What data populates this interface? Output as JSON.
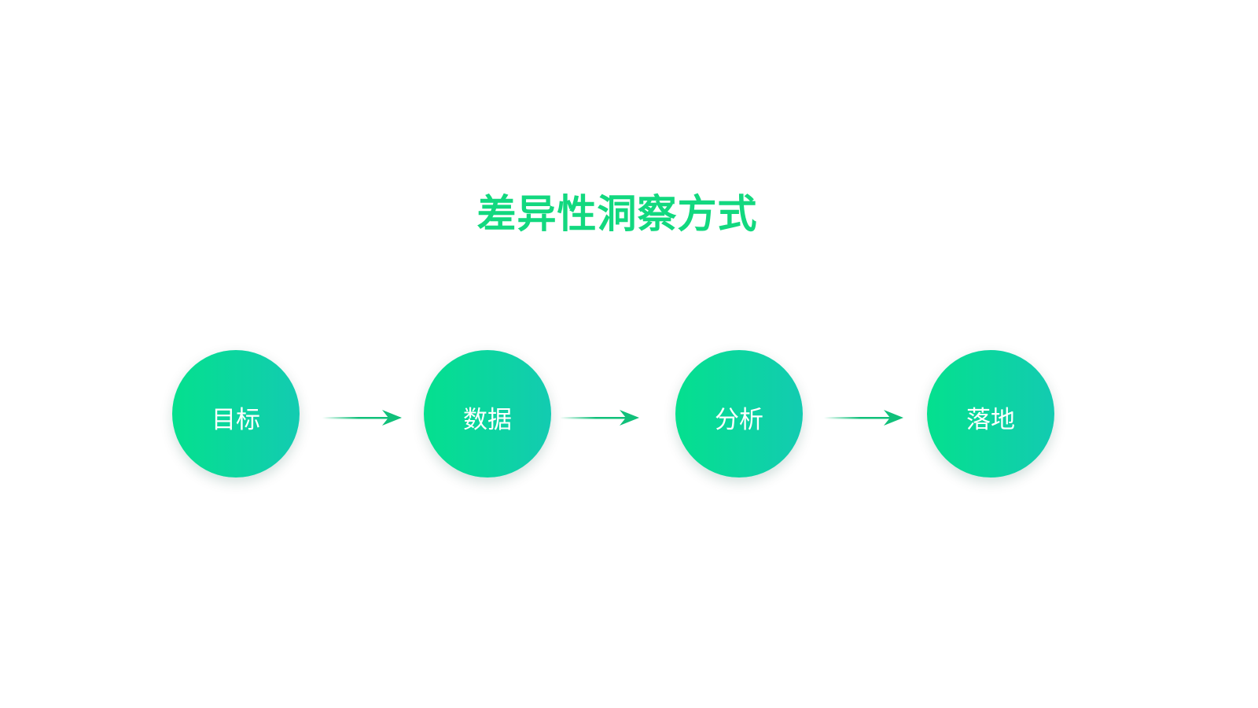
{
  "title": "差异性洞察方式",
  "steps": [
    {
      "label": "目标"
    },
    {
      "label": "数据"
    },
    {
      "label": "分析"
    },
    {
      "label": "落地"
    }
  ],
  "colors": {
    "title": "#12d87f",
    "gradient_start": "#04e08e",
    "gradient_end": "#13cbb1",
    "arrow": "#10c07a"
  }
}
